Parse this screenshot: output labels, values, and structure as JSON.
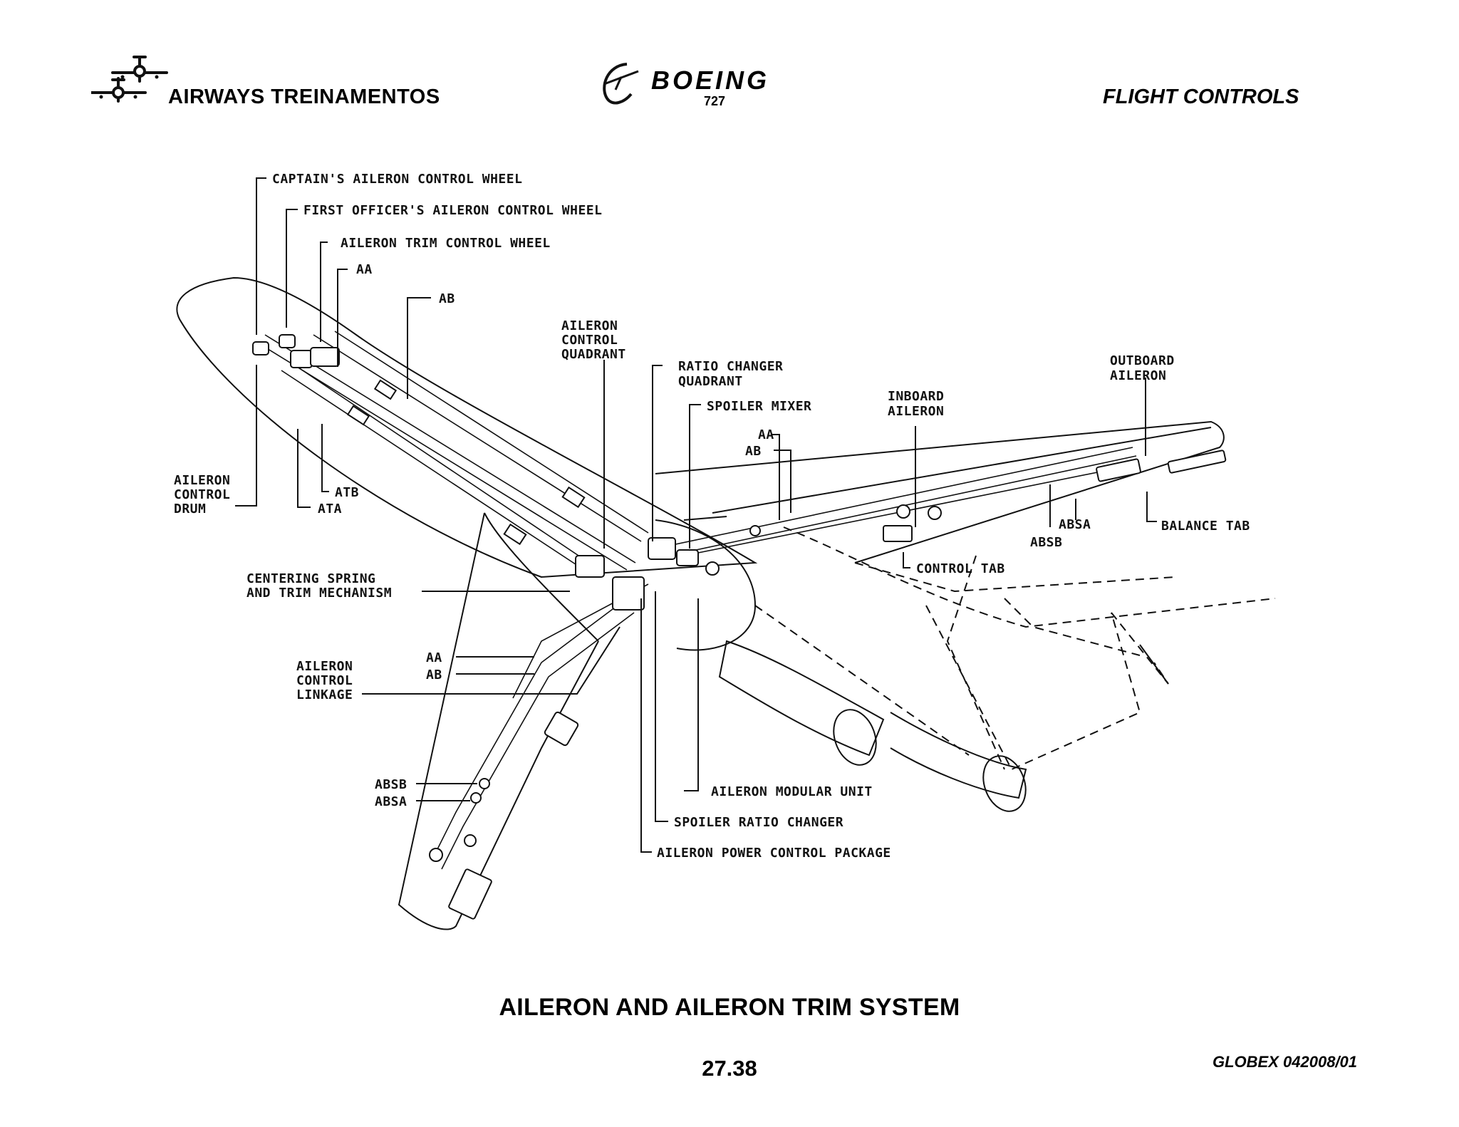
{
  "header": {
    "company": "AIRWAYS  TREINAMENTOS",
    "brand": "BOEING",
    "model": "727",
    "section": "FLIGHT CONTROLS"
  },
  "diagram": {
    "captain_wheel": "CAPTAIN'S AILERON CONTROL WHEEL",
    "fo_wheel": "FIRST OFFICER'S AILERON CONTROL WHEEL",
    "trim_wheel": "AILERON TRIM CONTROL WHEEL",
    "aa": "AA",
    "ab": "AB",
    "atb": "ATB",
    "ata": "ATA",
    "drum": [
      "AILERON",
      "CONTROL",
      "DRUM"
    ],
    "quadrant": [
      "AILERON",
      "CONTROL",
      "QUADRANT"
    ],
    "ratio_quadrant": [
      "RATIO CHANGER",
      "QUADRANT"
    ],
    "spoiler_mixer": "SPOILER MIXER",
    "inboard_aileron": [
      "INBOARD",
      "AILERON"
    ],
    "outboard_aileron": [
      "OUTBOARD",
      "AILERON"
    ],
    "absa": "ABSA",
    "absb": "ABSB",
    "balance_tab": "BALANCE TAB",
    "control_tab": "CONTROL TAB",
    "centering": [
      "CENTERING SPRING",
      "AND TRIM MECHANISM"
    ],
    "linkage": [
      "AILERON",
      "CONTROL",
      "LINKAGE"
    ],
    "modular_unit": "AILERON MODULAR UNIT",
    "spoiler_ratio_changer": "SPOILER RATIO CHANGER",
    "power_control_package": "AILERON POWER CONTROL PACKAGE"
  },
  "caption": "AILERON AND AILERON TRIM SYSTEM",
  "page_number": "27.38",
  "doc_code": "GLOBEX 042008/01"
}
